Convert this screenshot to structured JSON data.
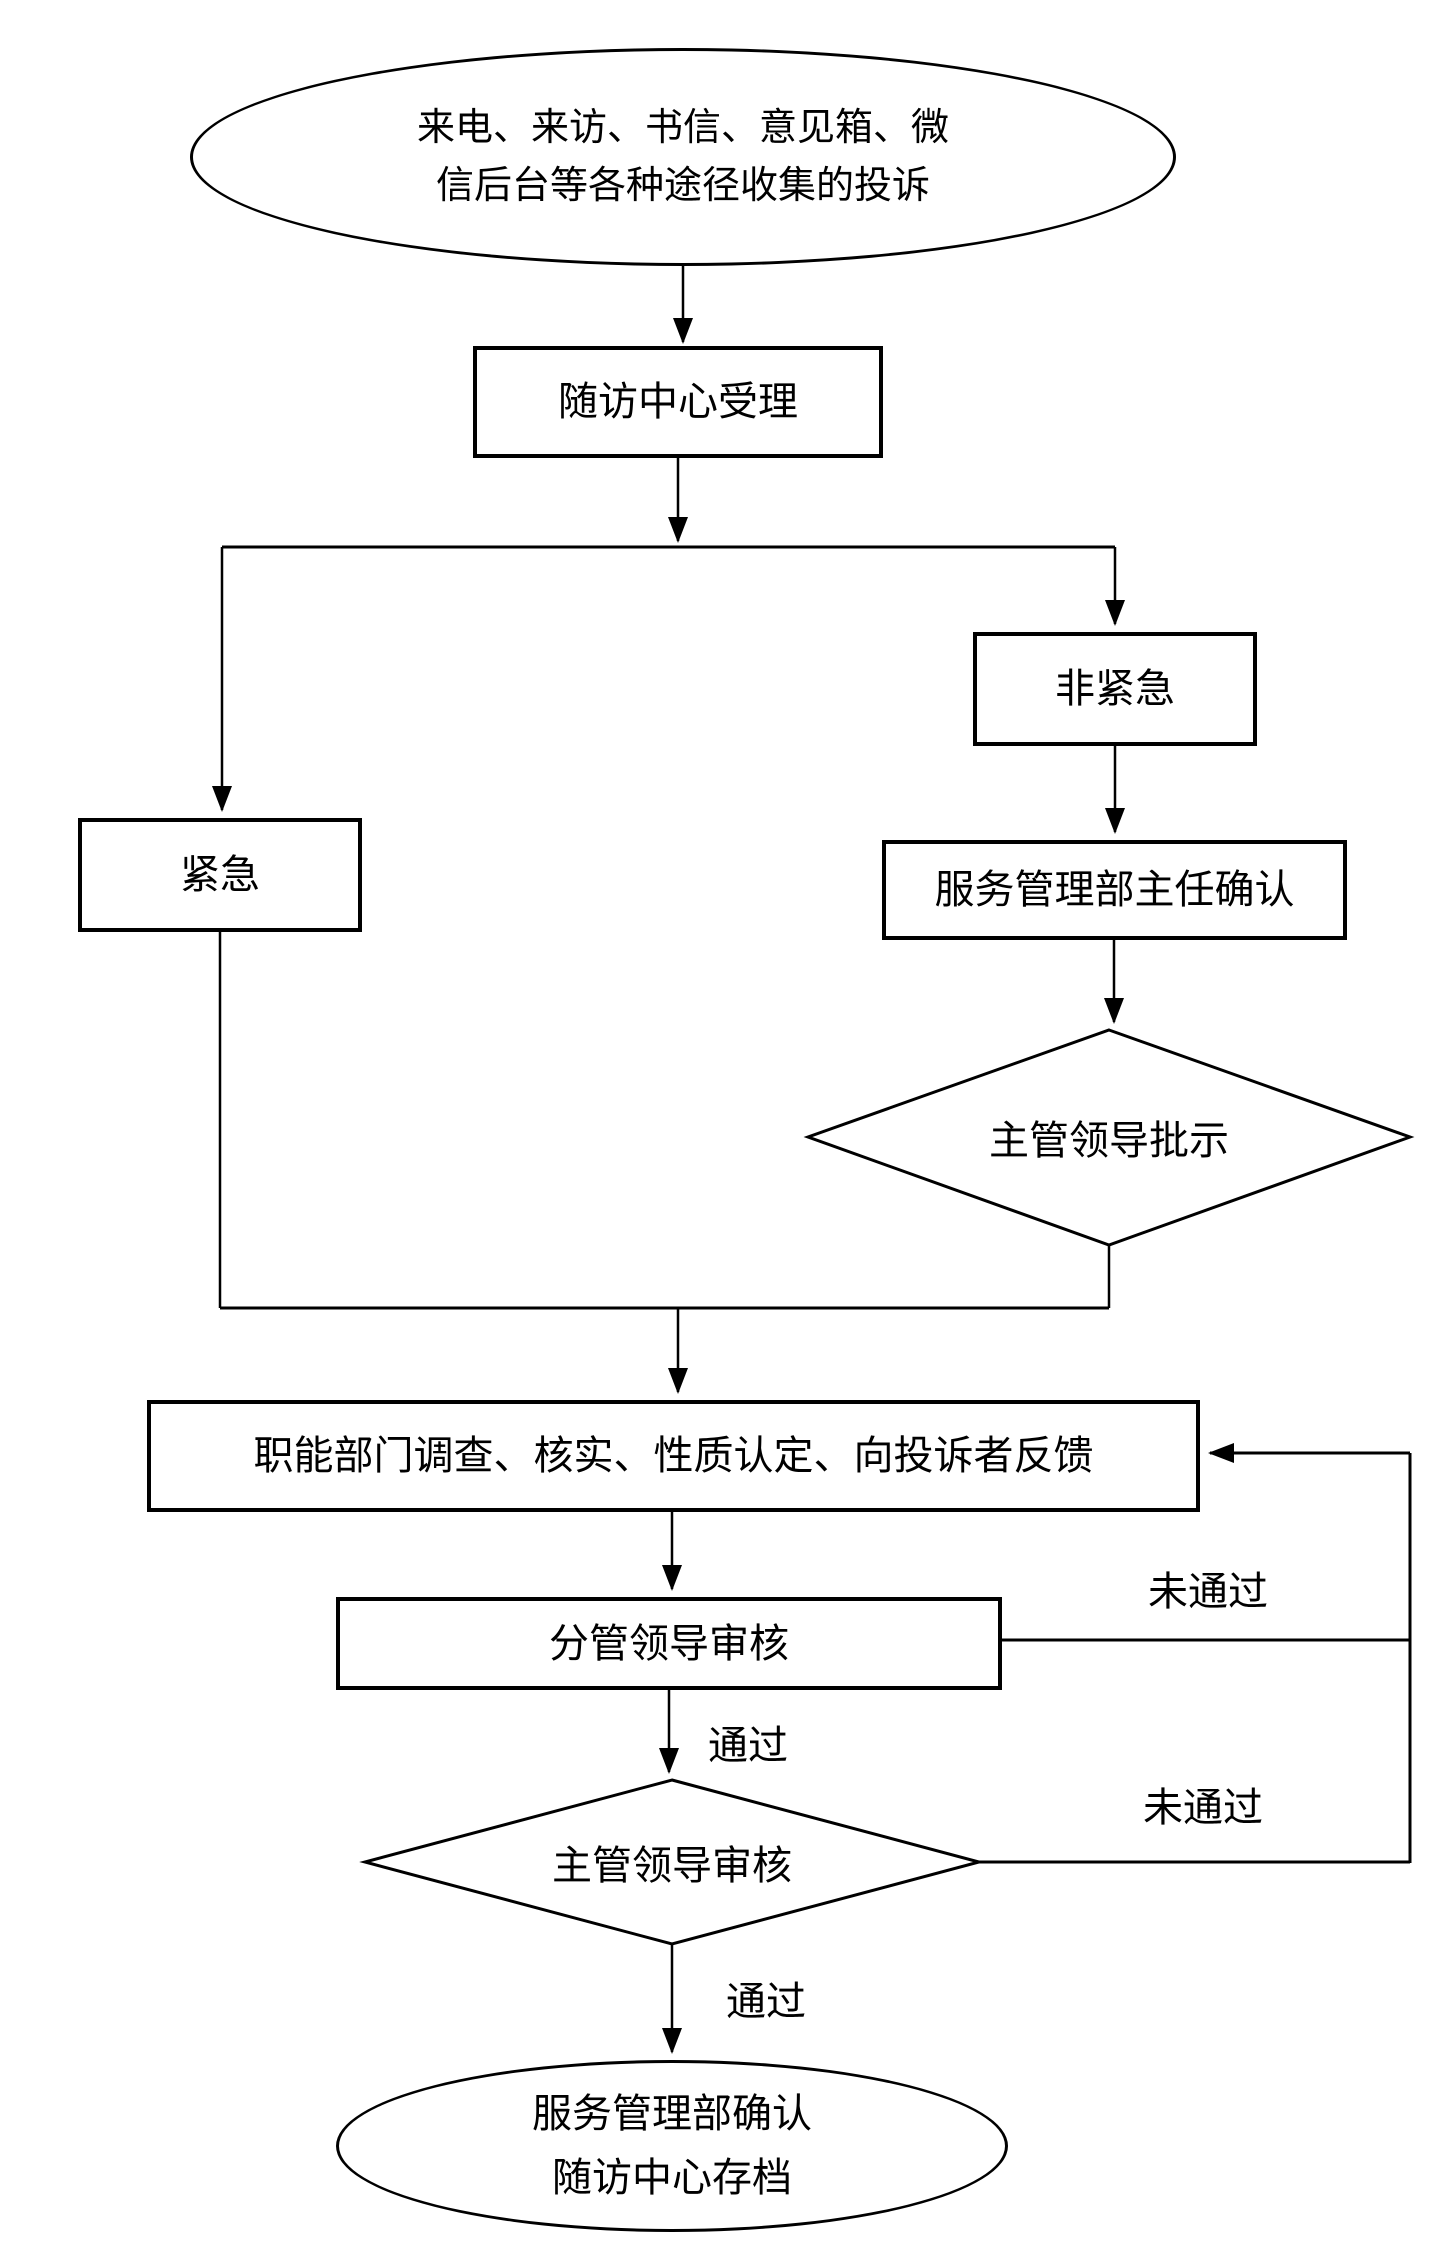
{
  "nodes": {
    "source": {
      "line1": "来电、来访、书信、意见箱、微",
      "line2": "信后台等各种途径收集的投诉"
    },
    "accept": {
      "label": "随访中心受理"
    },
    "urgent": {
      "label": "紧急"
    },
    "non_urgent": {
      "label": "非紧急"
    },
    "dept_director_confirm": {
      "label": "服务管理部主任确认"
    },
    "leader_instruction": {
      "label": "主管领导批示"
    },
    "investigate": {
      "label": "职能部门调查、核实、性质认定、向投诉者反馈"
    },
    "deputy_leader_review": {
      "label": "分管领导审核"
    },
    "chief_leader_review": {
      "label": "主管领导审核"
    },
    "archive": {
      "line1": "服务管理部确认",
      "line2": "随访中心存档"
    }
  },
  "edges": {
    "pass1": "通过",
    "pass2": "通过",
    "fail1": "未通过",
    "fail2": "未通过"
  },
  "colors": {
    "stroke": "#000000",
    "background": "#ffffff"
  }
}
